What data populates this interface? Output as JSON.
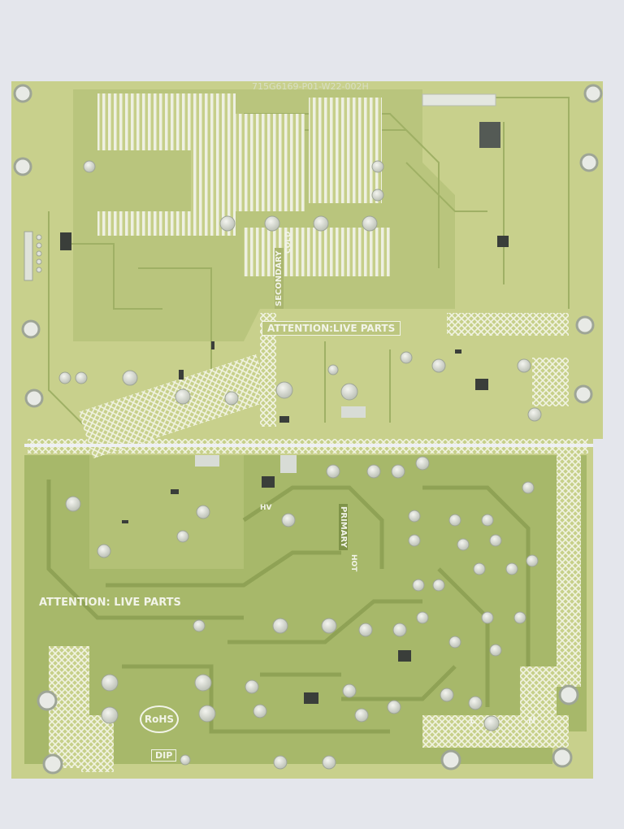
{
  "board": {
    "part_number": "715G6169-P01-W22-002H",
    "warning_top": "ATTENTION:LIVE PARTS",
    "warning_bottom": "ATTENTION: LIVE PARTS",
    "secondary_label": "SECONDARY",
    "cold_label": "COLD",
    "primary_label": "PRIMARY",
    "hot_label": "HOT",
    "hv_label": "HV",
    "rohs_label": "RoHS",
    "dip_label": "DIP",
    "l_label": "L",
    "n_label": "N"
  },
  "colors": {
    "background": "#e4e6ec",
    "board_secondary": "#c9d08a",
    "board_primary": "#a9b96a",
    "copper": "#bcc77d",
    "silkscreen": "#f2f4e8",
    "solder": "#d8dcd6"
  }
}
